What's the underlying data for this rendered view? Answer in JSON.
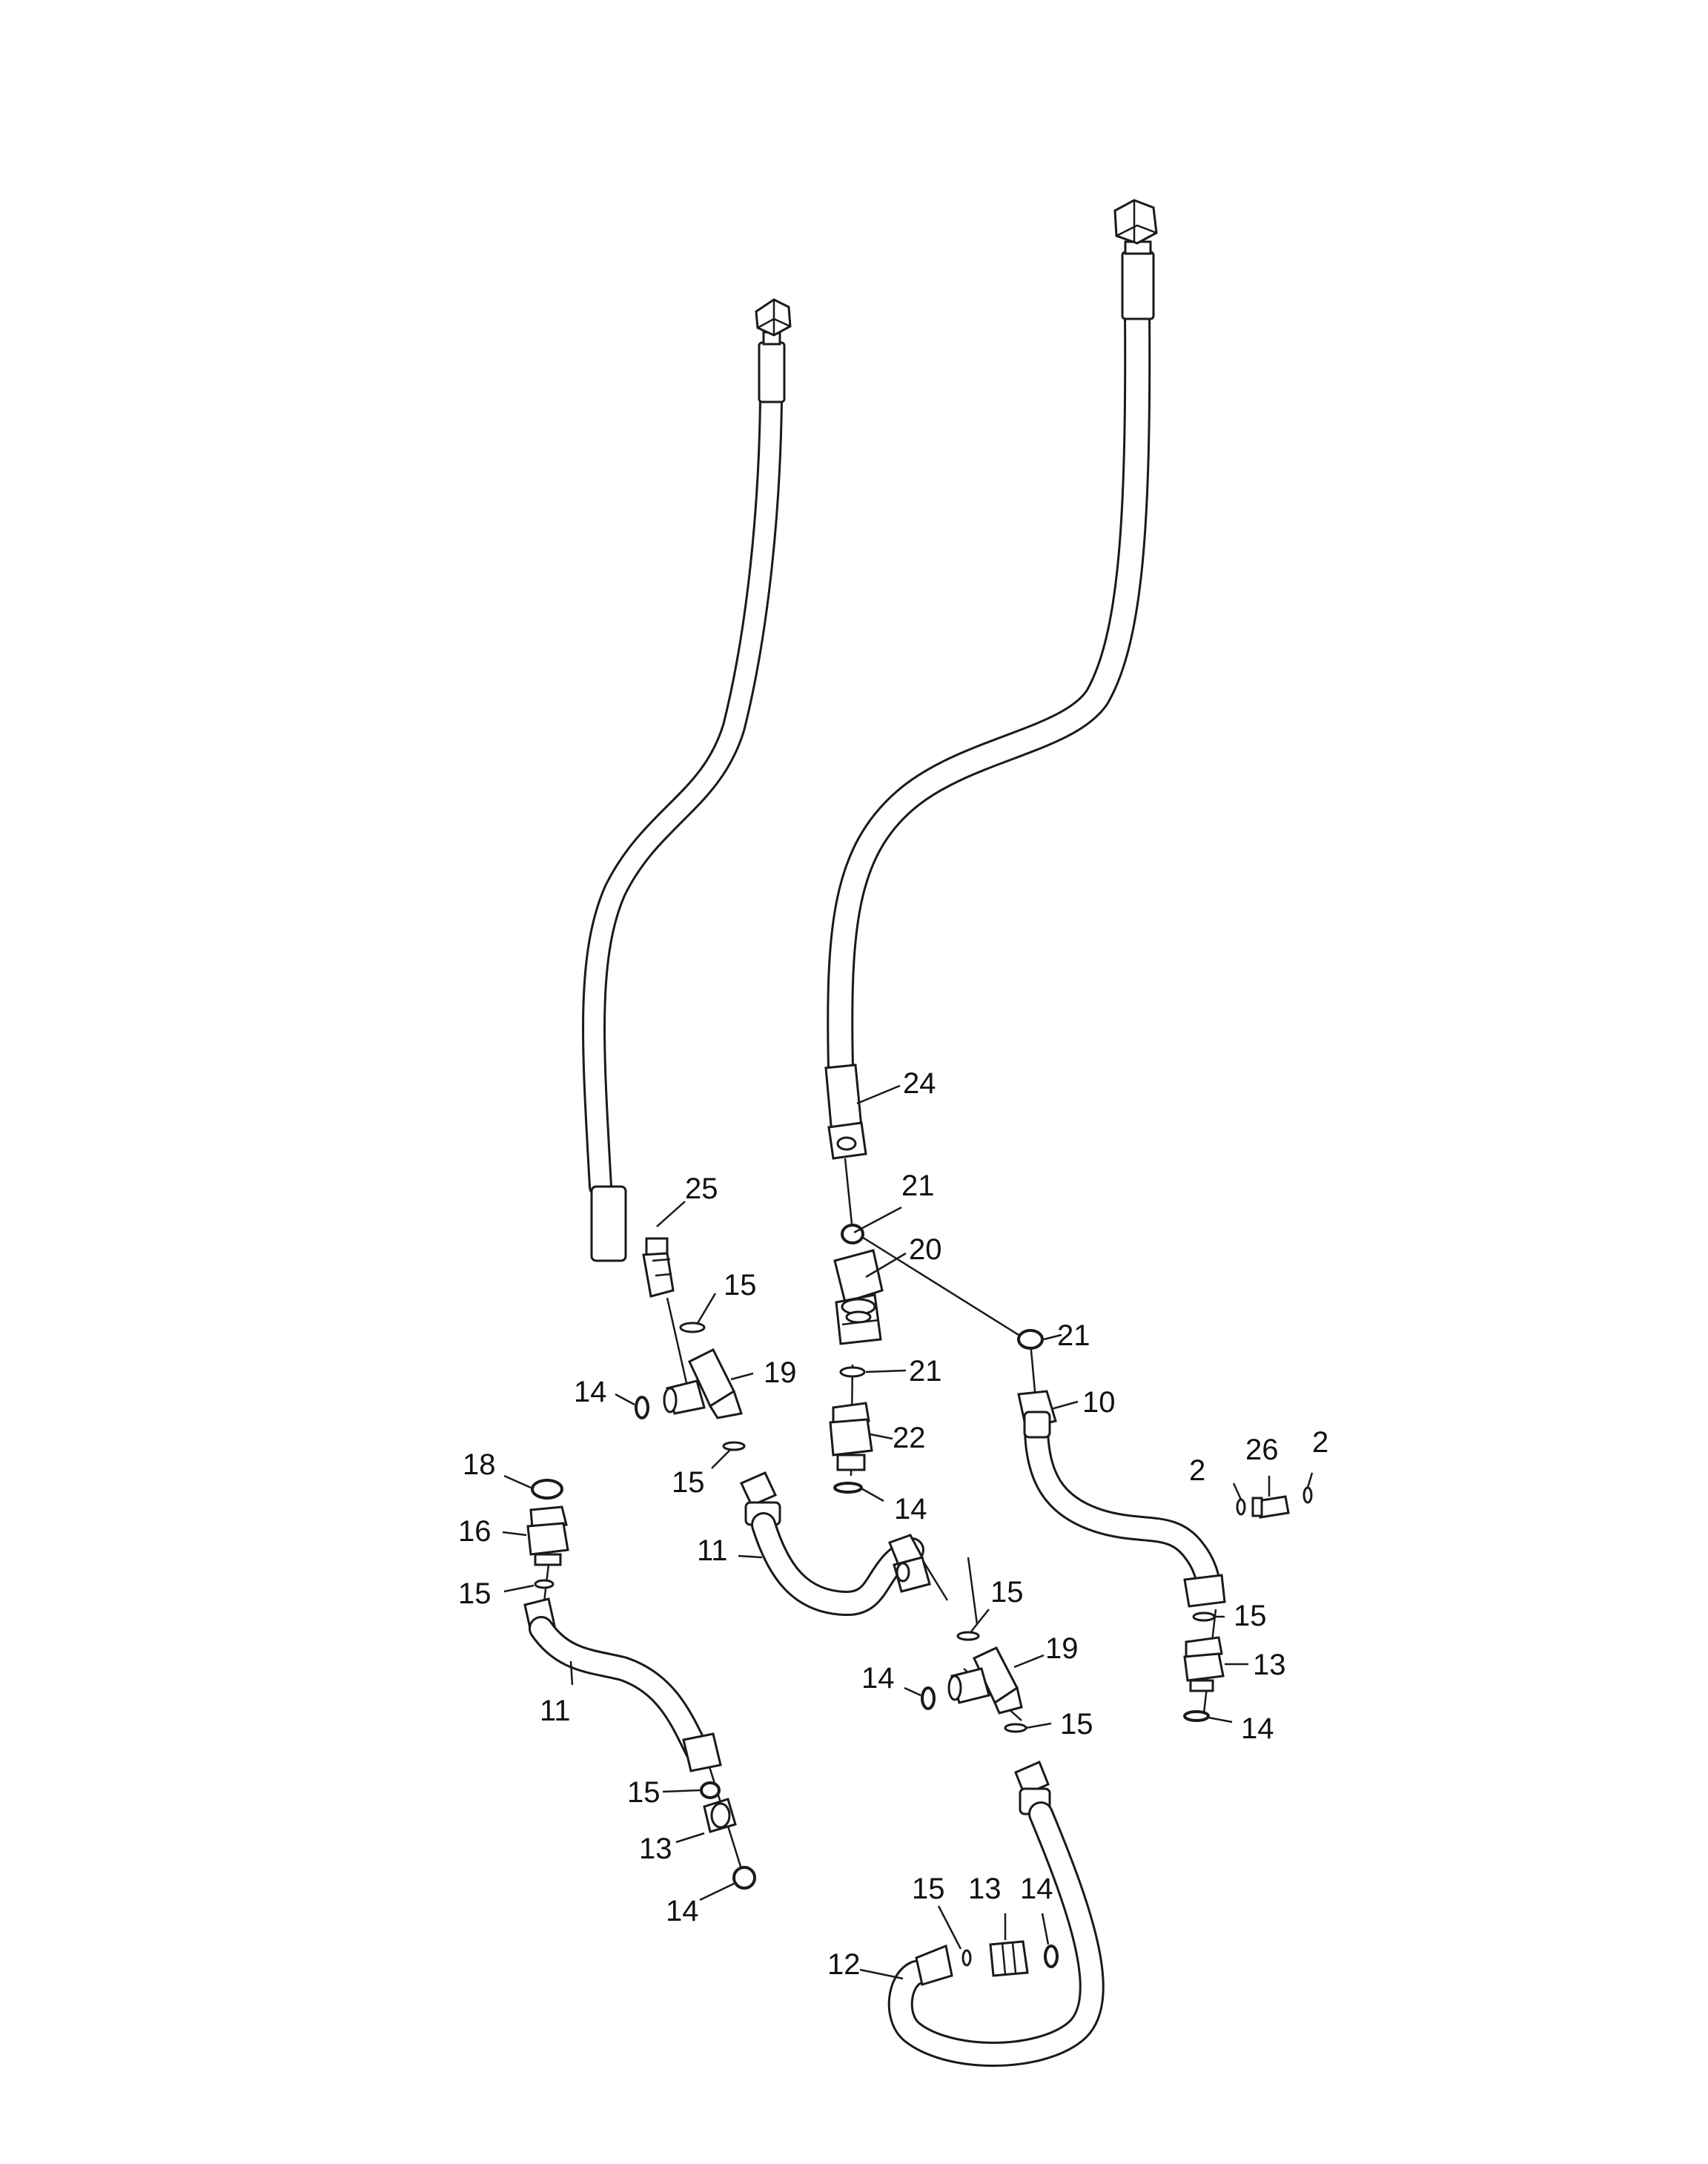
{
  "colors": {
    "line": "#1a1a1a",
    "background": "#ffffff"
  },
  "callouts": {
    "c24": "24",
    "c25": "25",
    "c21a": "21",
    "c20": "20",
    "c21b": "21",
    "c21c": "21",
    "c10": "10",
    "c15a": "15",
    "c19a": "19",
    "c14a": "14",
    "c15b": "15",
    "c22": "22",
    "c14b": "14",
    "c2a": "2",
    "c26": "26",
    "c2b": "2",
    "c18": "18",
    "c16": "16",
    "c15c": "15",
    "c11a": "11",
    "c11b": "11",
    "c15d": "15",
    "c19b": "19",
    "c14c": "14",
    "c15e": "15",
    "c15f": "15",
    "c13a": "13",
    "c14d": "14",
    "c15g": "15",
    "c13b": "13",
    "c14e": "14",
    "c15h": "15",
    "c13c": "13",
    "c14f": "14",
    "c12": "12"
  }
}
